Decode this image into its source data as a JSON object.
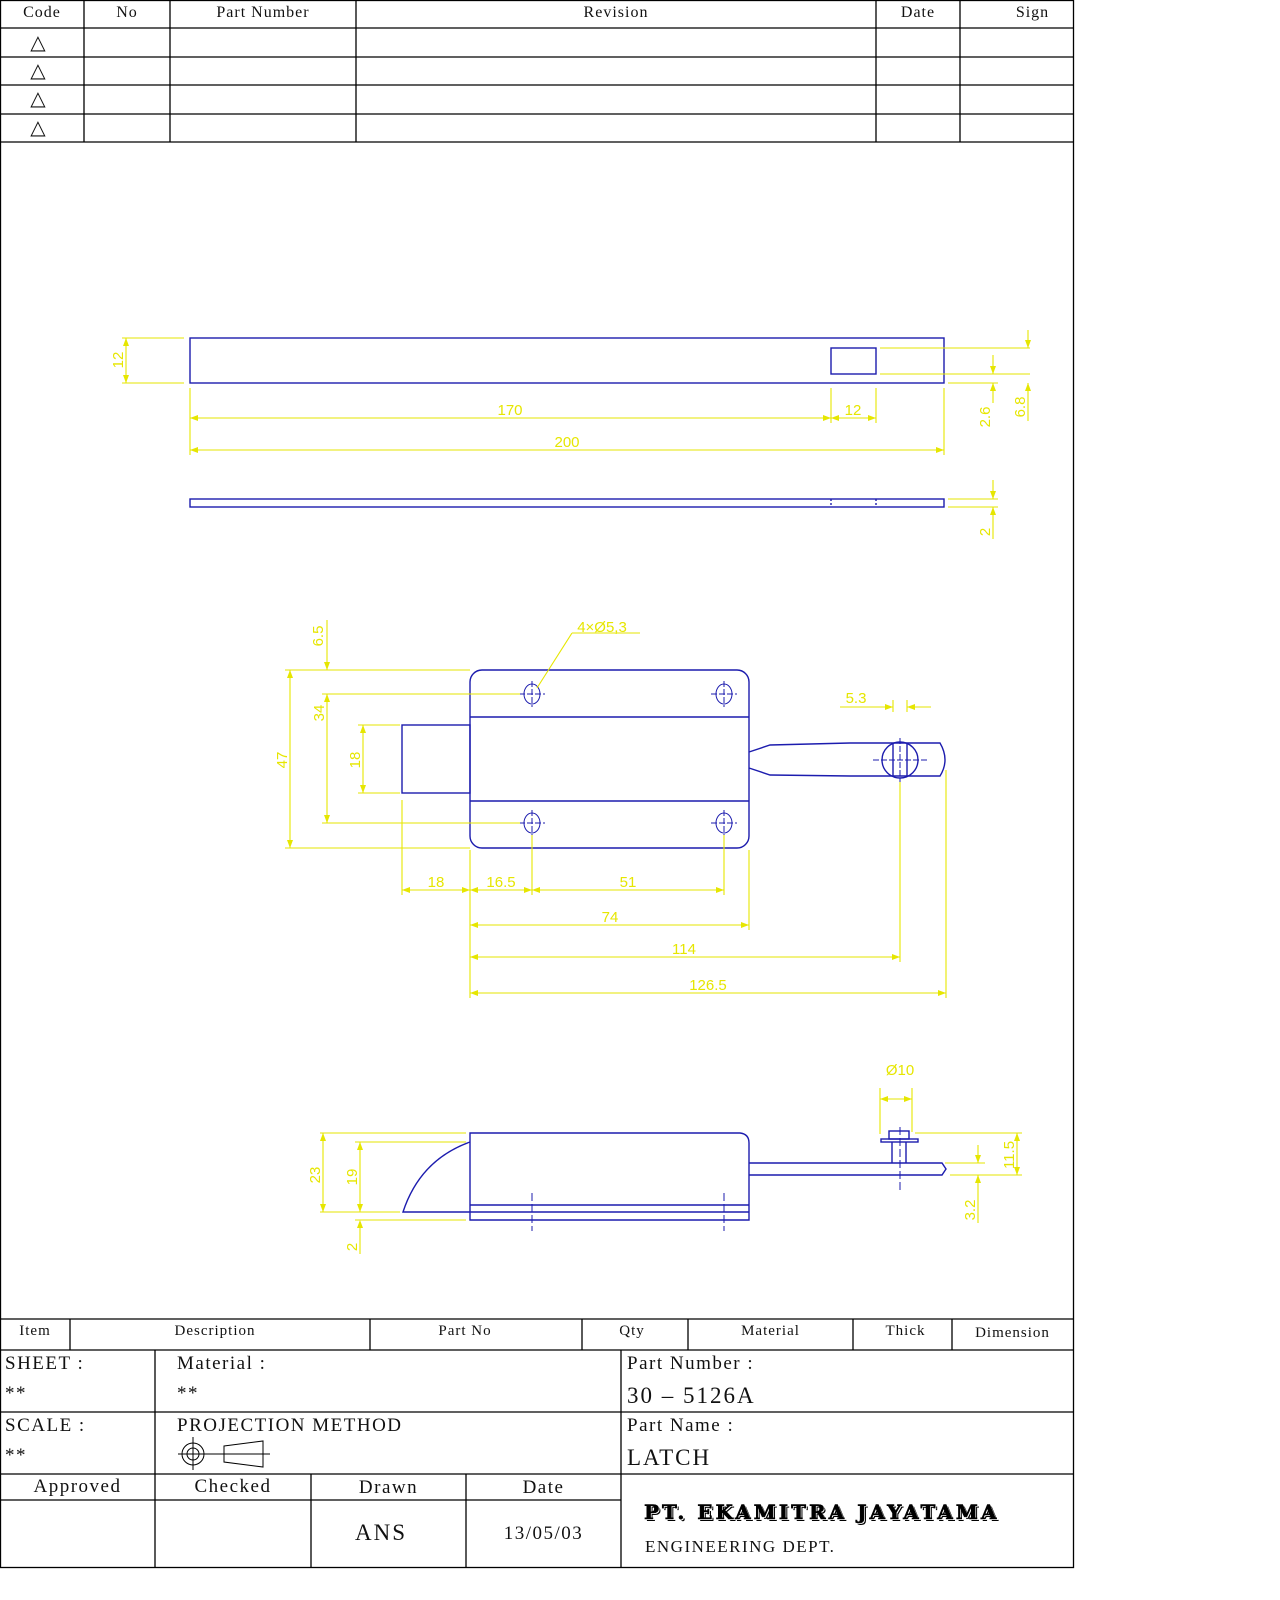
{
  "revision_table": {
    "headers": [
      "Code",
      "No",
      "Part Number",
      "Revision",
      "Date",
      "Sign"
    ],
    "rows": [
      {
        "code_icon": "triangle-icon",
        "code": "△"
      },
      {
        "code_icon": "triangle-icon",
        "code": "△"
      },
      {
        "code_icon": "triangle-icon",
        "code": "△"
      },
      {
        "code_icon": "triangle-icon",
        "code": "△"
      }
    ]
  },
  "drawing": {
    "colors": {
      "outline": "#1c1cae",
      "dimension": "#e6e600"
    },
    "top_view": {
      "height": "12",
      "slot_pos": "170",
      "slot_width": "12",
      "length": "200",
      "slot_offset": "2.6",
      "slot_height": "6.8"
    },
    "side_strip": {
      "thickness": "2"
    },
    "front_view": {
      "top_offset": "6.5",
      "holes_note": "4×Ø5,3",
      "plate_height": "47",
      "hole_spacing_v": "34",
      "bolt_height": "18",
      "bolt_ext": "18",
      "hole_offset": "16.5",
      "hole_spacing_h": "51",
      "plate_width": "74",
      "pin_pos": "114",
      "total_length": "126.5",
      "pin_dia": "5.3"
    },
    "side_view": {
      "height": "23",
      "inner_height": "19",
      "base": "2",
      "knob_dia": "Ø10",
      "knob_height": "11.5",
      "bolt_thick": "3.2"
    }
  },
  "parts_list": {
    "headers": [
      "Item",
      "Description",
      "Part No",
      "Qty",
      "Material",
      "Thick",
      "Dimension"
    ]
  },
  "title_block": {
    "sheet_label": "SHEET :",
    "sheet_value": "**",
    "material_label": "Material :",
    "material_value": "**",
    "scale_label": "SCALE :",
    "scale_value": "**",
    "projection_label": "PROJECTION METHOD",
    "part_number_label": "Part Number :",
    "part_number_value": "30 – 5126A",
    "part_name_label": "Part Name :",
    "part_name_value": "LATCH",
    "approved_label": "Approved",
    "checked_label": "Checked",
    "drawn_label": "Drawn",
    "date_label": "Date",
    "approved_value": "",
    "checked_value": "",
    "drawn_value": "ANS",
    "date_value": "13/05/03",
    "company": "PT. EKAMITRA JAYATAMA",
    "department": "ENGINEERING DEPT."
  }
}
